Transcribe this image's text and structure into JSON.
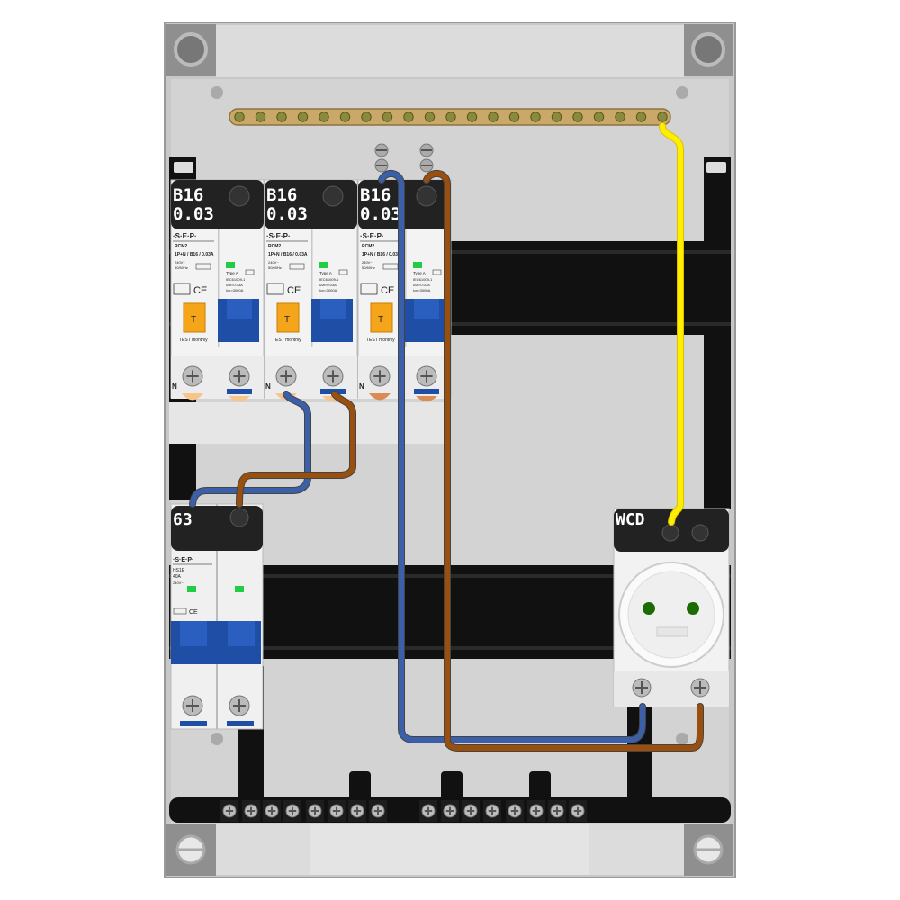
{
  "rcbo": [
    {
      "rating": "B16",
      "sensitivity": "0.03",
      "brand": "·S·E·P·",
      "model": "RCM2",
      "spec": "1P+N / B16 / 0.03A",
      "volt": "240V~",
      "freq": "50/60Hz",
      "type": "Type A",
      "std": "IEC61009-1",
      "idn": "IΔn=0.03A",
      "icn": "Icn=3000A",
      "test": "TEST monthly",
      "neutral": "N"
    },
    {
      "rating": "B16",
      "sensitivity": "0.03",
      "brand": "·S·E·P·",
      "model": "RCM2",
      "spec": "1P+N / B16 / 0.03A",
      "volt": "240V~",
      "freq": "50/60Hz",
      "type": "Type A",
      "std": "IEC61009-1",
      "idn": "IΔn=0.03A",
      "icn": "Icn=3000A",
      "test": "TEST monthly",
      "neutral": "N"
    },
    {
      "rating": "B16",
      "sensitivity": "0.03",
      "brand": "·S·E·P·",
      "model": "RCM2",
      "spec": "1P+N / B16 / 0.03A",
      "volt": "240V~",
      "freq": "50/60Hz",
      "type": "Type A",
      "std": "IEC61009-1",
      "idn": "IΔn=0.03A",
      "icn": "Icn=3000A",
      "test": "TEST monthly",
      "neutral": "N"
    }
  ],
  "isolator": {
    "rating": "63",
    "brand": "·S·E·P·",
    "model": "HS1E",
    "amps": "40A",
    "volt": "240V~"
  },
  "socket": {
    "label": "WCD"
  },
  "colors": {
    "blue": "#3b5fa8",
    "brown": "#9a4f0e",
    "yellow": "#ffee00",
    "rail": "#111111",
    "bus": "#c9a86a"
  }
}
